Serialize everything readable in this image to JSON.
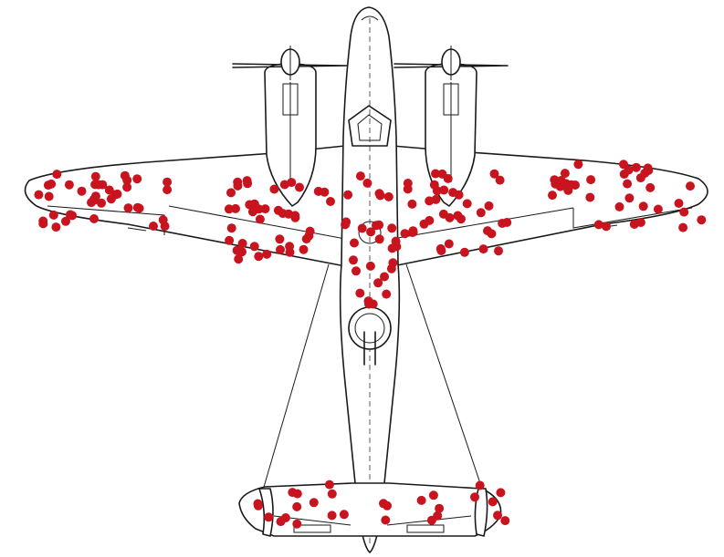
{
  "diagram": {
    "subject": "aircraft-top-view",
    "marker_color": "#c8141e",
    "line_color": "#1a1a1a",
    "background": "#ffffff",
    "hit_markers": {
      "left_wing_tip": 40,
      "left_wing_inner": 42,
      "fuselage_center": 30,
      "right_wing_inner": 38,
      "right_wing_tip": 38,
      "left_tailplane": 14,
      "right_tailplane": 14
    }
  }
}
